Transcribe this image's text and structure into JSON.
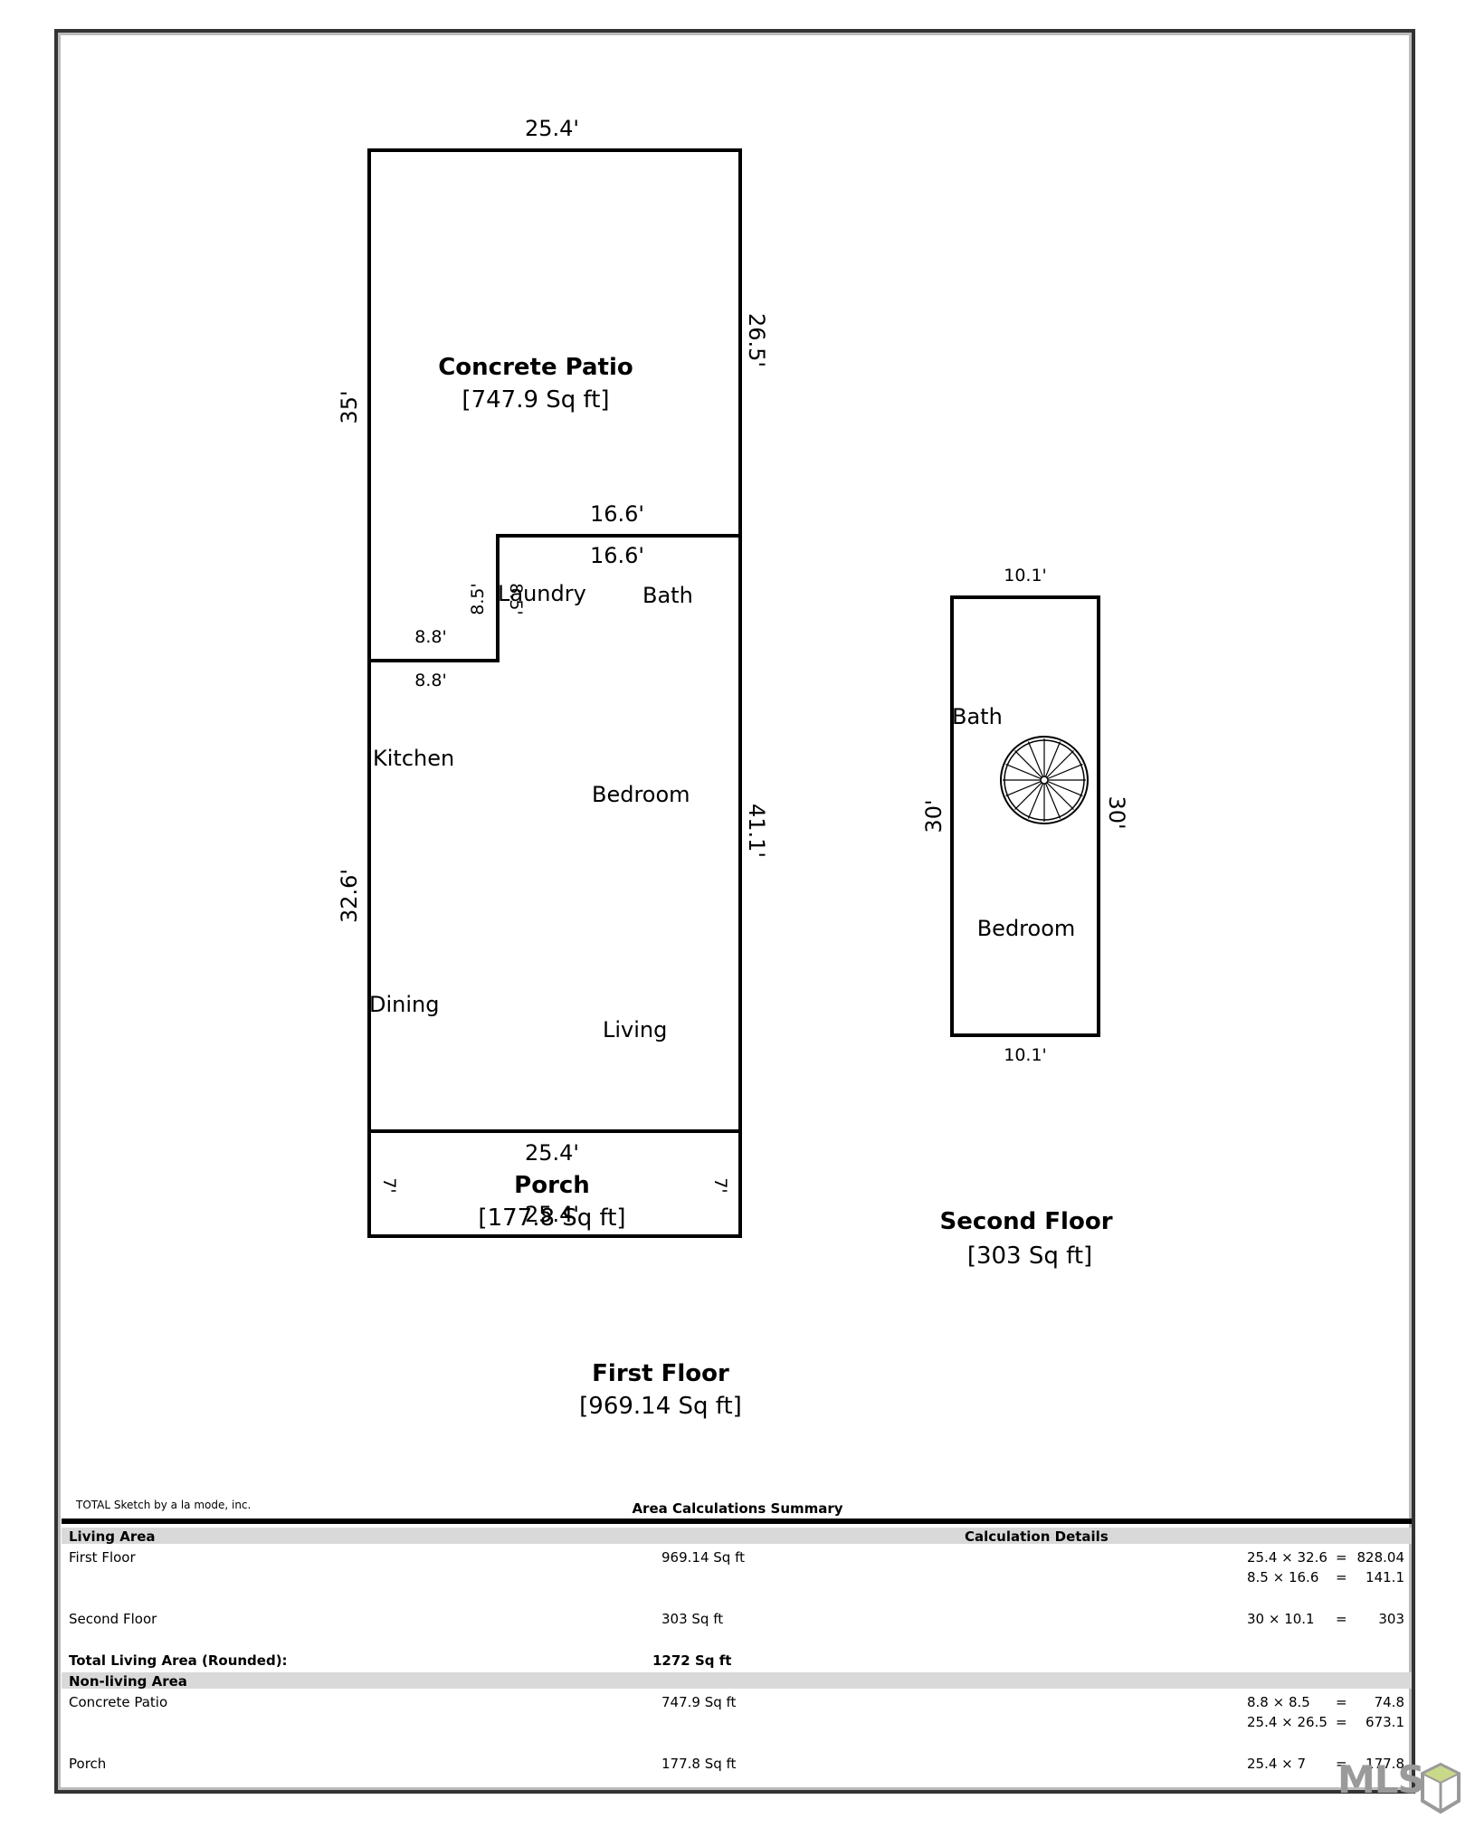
{
  "first_floor": {
    "title": "First Floor",
    "area": "[969.14 Sq ft]",
    "patio": {
      "title": "Concrete Patio",
      "area": "[747.9 Sq ft]"
    },
    "porch": {
      "title": "Porch",
      "area": "[177.8 Sq ft]"
    },
    "rooms": [
      "Laundry",
      "Bath",
      "Kitchen",
      "Bedroom",
      "Dining",
      "Living"
    ],
    "dims": {
      "patio_top": "25.4'",
      "patio_right": "26.5'",
      "patio_left": "35'",
      "notch_top_outer": "16.6'",
      "notch_top_inner": "16.6'",
      "notch_v_outer": "8.5'",
      "notch_v_inner": "8.5'",
      "notch_bottom_outer": "8.8'",
      "notch_bottom_inner": "8.8'",
      "house_left": "32.6'",
      "house_right": "41.1'",
      "porch_top": "25.4'",
      "porch_bottom": "25.4'",
      "porch_left": "7'",
      "porch_right": "7'"
    }
  },
  "second_floor": {
    "title": "Second Floor",
    "area": "[303 Sq ft]",
    "rooms": [
      "Bath",
      "Bedroom"
    ],
    "dims": {
      "top": "10.1'",
      "bottom": "10.1'",
      "left": "30'",
      "right": "30'"
    }
  },
  "summary": {
    "credit": "TOTAL Sketch by a la mode, inc.",
    "title": "Area Calculations Summary",
    "living_header": "Living Area",
    "calc_header": "Calculation Details",
    "nonliving_header": "Non-living Area",
    "rows": [
      {
        "name": "First Floor",
        "area": "969.14 Sq ft",
        "calcs": [
          {
            "expr": "25.4 × 32.6",
            "eq": "=",
            "val": "828.04"
          },
          {
            "expr": "8.5 × 16.6",
            "eq": "=",
            "val": "141.1"
          }
        ]
      },
      {
        "name": "Second Floor",
        "area": "303 Sq ft",
        "calcs": [
          {
            "expr": "30 × 10.1",
            "eq": "=",
            "val": "303"
          }
        ]
      }
    ],
    "total_label": "Total Living Area (Rounded):",
    "total_value": "1272 Sq ft",
    "nonliving_rows": [
      {
        "name": "Concrete Patio",
        "area": "747.9 Sq ft",
        "calcs": [
          {
            "expr": "8.8 × 8.5",
            "eq": "=",
            "val": "74.8"
          },
          {
            "expr": "25.4 × 26.5",
            "eq": "=",
            "val": "673.1"
          }
        ]
      },
      {
        "name": "Porch",
        "area": "177.8 Sq ft",
        "calcs": [
          {
            "expr": "25.4 × 7",
            "eq": "=",
            "val": "177.8"
          }
        ]
      }
    ]
  },
  "watermark": "MLS"
}
